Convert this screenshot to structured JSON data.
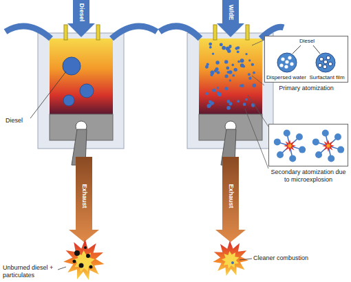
{
  "diagram": {
    "nodes": [
      {
        "text": [
          "Diesel",
          "Dispersed water",
          "Surfactant film",
          "Primary atomization"
        ]
      },
      {
        "text": [
          "Secondary atomization due to microexplosion"
        ]
      }
    ],
    "labels": [
      "Diesel",
      "W/dE",
      "Diesel",
      "Exhaust",
      "Exhaust",
      "Unburned diesel + particulates",
      "Cleaner combustion"
    ]
  }
}
